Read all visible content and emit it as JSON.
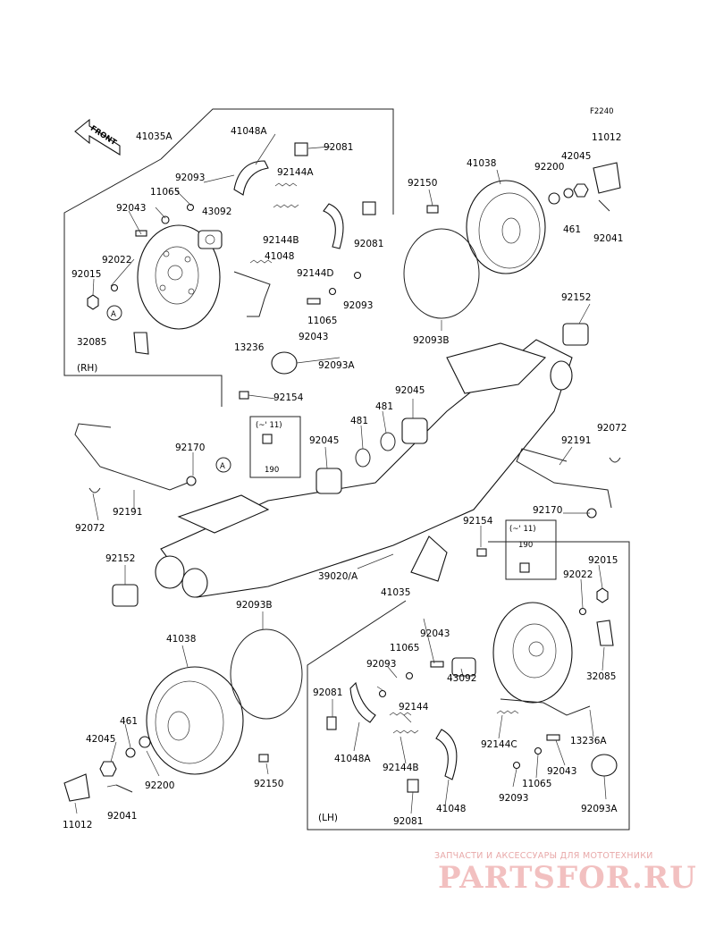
{
  "figure_code": "F2240",
  "front_arrow_text": "FRONT",
  "side_labels": {
    "rh": "(RH)",
    "lh": "(LH)"
  },
  "inset_small": {
    "range": "(~' 11)",
    "part": "190"
  },
  "callout_marker": "A",
  "labels": {
    "p41035A": "41035A",
    "p41048A_rh": "41048A",
    "p92081_a": "92081",
    "p92093_a": "92093",
    "p92144A": "92144A",
    "p11065_a": "11065",
    "p92043_a": "92043",
    "p43092_a": "43092",
    "p92144B_a": "92144B",
    "p92081_b": "92081",
    "p41048_a": "41048",
    "p92144D": "92144D",
    "p92022_a": "92022",
    "p92015_a": "92015",
    "p92093_b": "92093",
    "p11065_b": "11065",
    "p92043_b": "92043",
    "p13236": "13236",
    "p92093A_a": "92093A",
    "p32085_a": "32085",
    "p92154_a": "92154",
    "p41038_a": "41038",
    "p92150_a": "92150",
    "p92093B_a": "92093B",
    "p92200_a": "92200",
    "p42045_a": "42045",
    "p11012_a": "11012",
    "p461_a": "461",
    "p92041_a": "92041",
    "p92152_a": "92152",
    "p92045_a": "92045",
    "p481_a": "481",
    "p481_b": "481",
    "p92045_b": "92045",
    "p92170_a": "92170",
    "p92191_a": "92191",
    "p92072_a": "92072",
    "p92072_b": "92072",
    "p92191_b": "92191",
    "p92170_b": "92170",
    "p92154_b": "92154",
    "p92152_b": "92152",
    "p39020A": "39020/A",
    "p41035": "41035",
    "p92015_b": "92015",
    "p92022_b": "92022",
    "p32085_b": "32085",
    "p92093B_b": "92093B",
    "p41038_b": "41038",
    "p461_b": "461",
    "p42045_b": "42045",
    "p92200_b": "92200",
    "p11012_b": "11012",
    "p92041_b": "92041",
    "p92150_b": "92150",
    "p92043_c": "92043",
    "p11065_c": "11065",
    "p92093_c": "92093",
    "p43092_b": "43092",
    "p92081_c": "92081",
    "p92144": "92144",
    "p41048A_lh": "41048A",
    "p92144B_b": "92144B",
    "p92144C": "92144C",
    "p13236A": "13236A",
    "p92043_d": "92043",
    "p11065_d": "11065",
    "p92093_d": "92093",
    "p92093A_b": "92093A",
    "p92081_d": "92081",
    "p41048_b": "41048"
  },
  "watermark": {
    "caption": "ЗАПЧАСТИ И АКСЕССУАРЫ ДЛЯ МОТОТЕХНИКИ",
    "logo": "PARTSFOR.RU",
    "color": "#f2c0c0"
  }
}
